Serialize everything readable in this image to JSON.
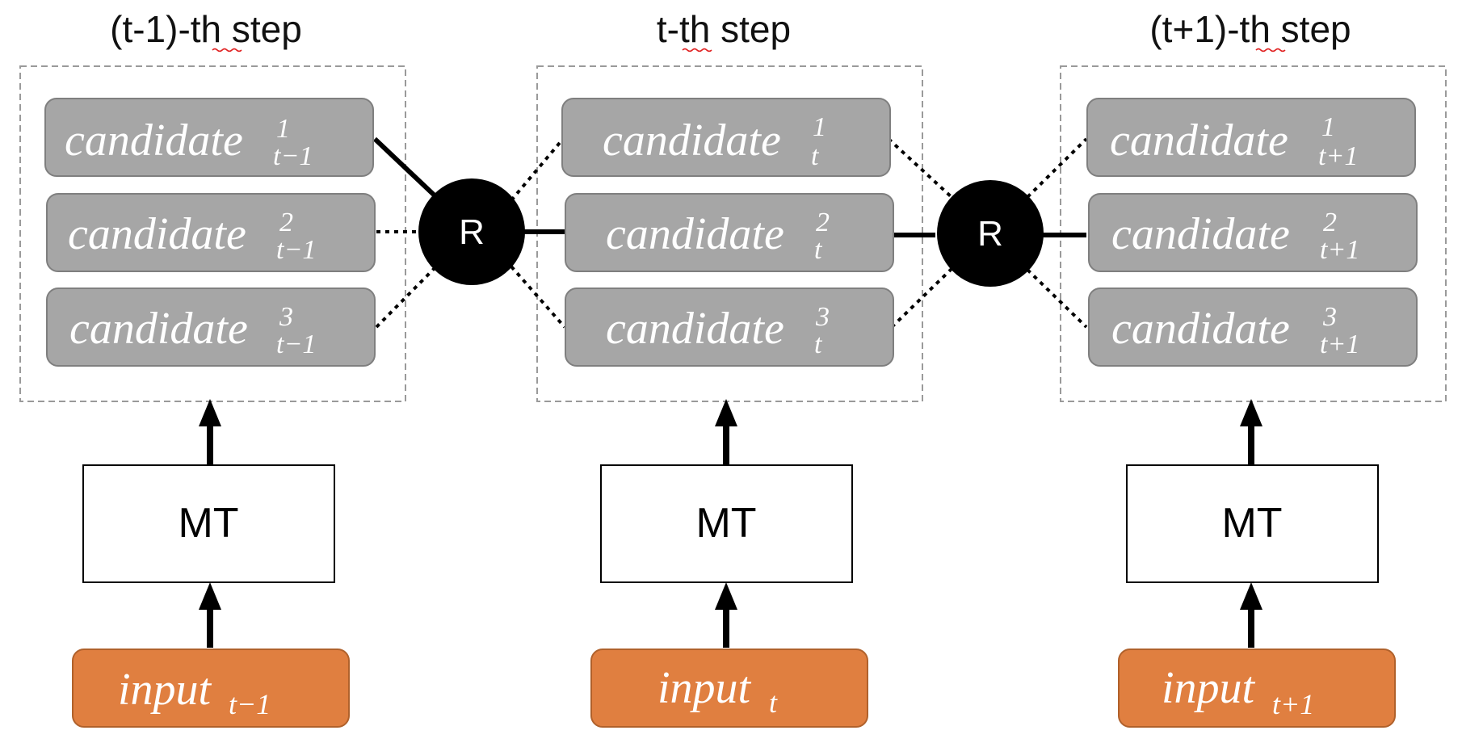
{
  "steps": [
    {
      "title": "(t-1)-th step",
      "title_underlined": "th",
      "candidates": [
        {
          "base": "candidate",
          "sup": "1",
          "sub": "t−1"
        },
        {
          "base": "candidate",
          "sup": "2",
          "sub": "t−1"
        },
        {
          "base": "candidate",
          "sup": "3",
          "sub": "t−1"
        }
      ],
      "mt_label": "MT",
      "input": {
        "base": "input",
        "sub": "t−1"
      }
    },
    {
      "title": "t-th step",
      "title_underlined": "th",
      "candidates": [
        {
          "base": "candidate",
          "sup": "1",
          "sub": "t"
        },
        {
          "base": "candidate",
          "sup": "2",
          "sub": "t"
        },
        {
          "base": "candidate",
          "sup": "3",
          "sub": "t"
        }
      ],
      "mt_label": "MT",
      "input": {
        "base": "input",
        "sub": "t"
      }
    },
    {
      "title": "(t+1)-th step",
      "title_underlined": "th",
      "candidates": [
        {
          "base": "candidate",
          "sup": "1",
          "sub": "t+1"
        },
        {
          "base": "candidate",
          "sup": "2",
          "sub": "t+1"
        },
        {
          "base": "candidate",
          "sup": "3",
          "sub": "t+1"
        }
      ],
      "mt_label": "MT",
      "input": {
        "base": "input",
        "sub": "t+1"
      }
    }
  ],
  "reranker_nodes": [
    {
      "label": "R"
    },
    {
      "label": "R"
    }
  ],
  "colors": {
    "candidate_fill": "#a6a6a6",
    "input_fill": "#e07f40",
    "node_fill": "#000000"
  }
}
